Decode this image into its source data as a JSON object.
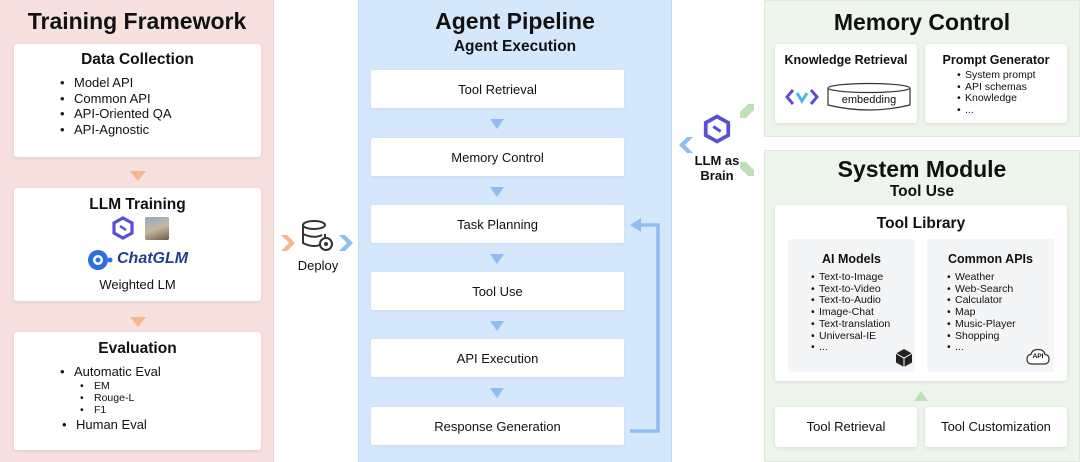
{
  "training": {
    "title": "Training Framework",
    "data_collection": {
      "title": "Data Collection",
      "items": [
        "Model API",
        "Common API",
        "API-Oriented QA",
        "API-Agnostic"
      ]
    },
    "llm_training": {
      "title": "LLM Training",
      "chatglm_label": "ChatGLM",
      "weighted_label": "Weighted LM"
    },
    "evaluation": {
      "title": "Evaluation",
      "automatic": "Automatic Eval",
      "metrics": [
        "EM",
        "Rouge-L",
        "F1"
      ],
      "human": "Human Eval"
    }
  },
  "deploy": {
    "label": "Deploy"
  },
  "pipeline": {
    "title": "Agent Pipeline",
    "subtitle": "Agent Execution",
    "steps": [
      "Tool Retrieval",
      "Memory Control",
      "Task Planning",
      "Tool Use",
      "API Execution",
      "Response Generation"
    ]
  },
  "brain": {
    "line1": "LLM as",
    "line2": "Brain"
  },
  "memory": {
    "title": "Memory Control",
    "knowledge": {
      "title": "Knowledge Retrieval",
      "embedding": "embedding"
    },
    "prompt": {
      "title": "Prompt Generator",
      "items": [
        "System prompt",
        "API schemas",
        "Knowledge",
        "..."
      ]
    }
  },
  "system": {
    "title": "System Module",
    "subtitle": "Tool Use",
    "library": "Tool Library",
    "ai_models": {
      "title": "AI Models",
      "items": [
        "Text-to-Image",
        "Text-to-Video",
        "Text-to-Audio",
        "Image-Chat",
        "Text-translation",
        "Universal-IE",
        "..."
      ]
    },
    "common_apis": {
      "title": "Common APIs",
      "items": [
        "Weather",
        "Web-Search",
        "Calculator",
        "Map",
        "Music-Player",
        "Shopping",
        "..."
      ],
      "api_icon_text": "API"
    },
    "tool_retrieval": "Tool Retrieval",
    "tool_customization": "Tool Customization"
  },
  "colors": {
    "training_bg": "#f6e1df",
    "pipeline_bg": "#d5e7fb",
    "memory_bg": "#eef5ec",
    "arrow_orange": "#f5b88c",
    "arrow_blue": "#8fbdf2",
    "arrow_green": "#bfe0b8"
  }
}
